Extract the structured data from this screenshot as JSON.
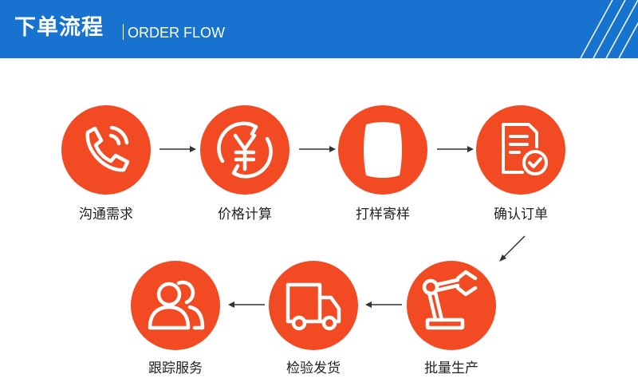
{
  "header": {
    "title_cn": "下单流程",
    "title_en": "ORDER FLOW",
    "background": "#1773cf"
  },
  "accent_color": "#f24a22",
  "steps": [
    {
      "label": "沟通需求",
      "icon": "phone-icon"
    },
    {
      "label": "价格计算",
      "icon": "yen-icon"
    },
    {
      "label": "打样寄样",
      "icon": "sample-icon"
    },
    {
      "label": "确认订单",
      "icon": "document-check-icon"
    },
    {
      "label": "批量生产",
      "icon": "robot-arm-icon"
    },
    {
      "label": "检验发货",
      "icon": "truck-icon"
    },
    {
      "label": "跟踪服务",
      "icon": "users-icon"
    }
  ]
}
